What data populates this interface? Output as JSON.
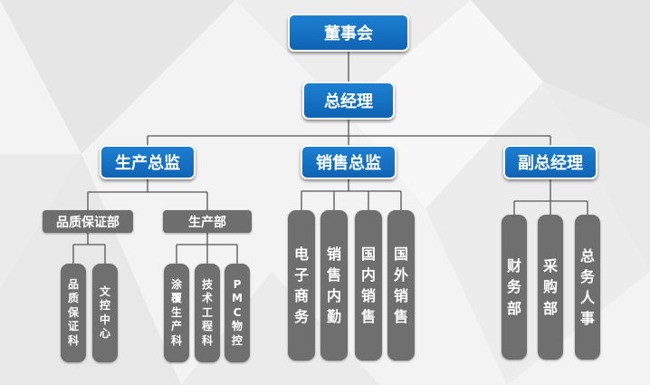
{
  "top": {
    "board": "董事会",
    "gm": "总经理"
  },
  "directors": {
    "production": "生产总监",
    "sales": "销售总监",
    "deputy": "副总经理"
  },
  "departments": {
    "quality": "品质保证部",
    "production": "生产部"
  },
  "units": {
    "quality_assurance": "品质保证科",
    "doc_control": "文控中心",
    "coating_production": "涂覆生产科",
    "tech_engineering": "技术工程科",
    "pmc": "PMC物控",
    "ecommerce": "电子商务",
    "sales_internal": "销售内勤",
    "domestic_sales": "国内销售",
    "foreign_sales": "国外销售",
    "finance": "财务部",
    "purchasing": "采购部",
    "hr_admin": "总务人事"
  },
  "colors": {
    "primary_box": "#1672c4",
    "secondary_box": "#6e6e6e",
    "connector": "#555555"
  }
}
